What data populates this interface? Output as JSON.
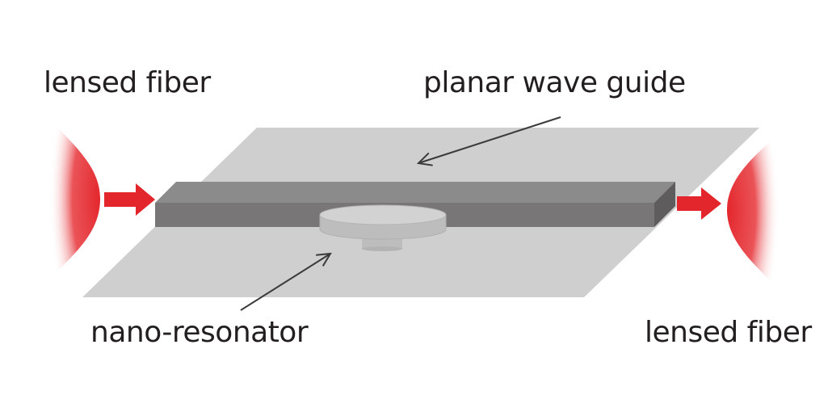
{
  "labels": {
    "lensed_fiber_input": "lensed fiber",
    "planar_wave_guide": "planar wave guide",
    "nano_resonator": "nano-resonator",
    "lensed_fiber_output": "lensed fiber"
  },
  "colors": {
    "plane": "#cfcfcf",
    "waveguide_top": "#8b8b8b",
    "waveguide_front": "#787676",
    "waveguide_end": "#5e5c5c",
    "resonator": "#c9c9c9",
    "beam_red": "#e3262c",
    "pointer": "#3a3a3a",
    "text": "#231f20"
  }
}
